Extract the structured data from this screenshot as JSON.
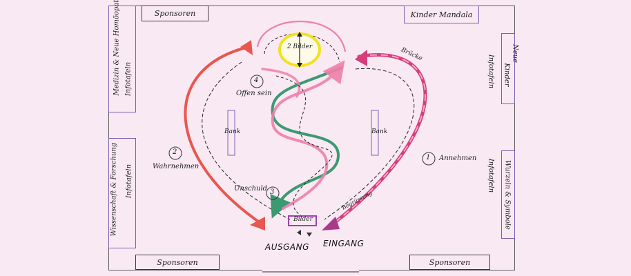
{
  "sponsors": {
    "top_left": "Sponsoren",
    "bottom_left": "Sponsoren",
    "bottom_right": "Sponsoren"
  },
  "kinder_mandala": "Kinder Mandala",
  "side_panels": {
    "left_top": [
      "Medizin & Neue Homöopathie",
      "Infotafeln"
    ],
    "left_bottom": [
      "Wissenschaft & Forschung",
      "Infotafeln"
    ],
    "right_top": [
      "Neue",
      "Kinder",
      "Infotafeln"
    ],
    "right_bottom": [
      "Wurzeln & Symbole",
      "Infotafeln"
    ]
  },
  "center": {
    "bilder_oval": "2 Bilder",
    "bank_left": "Bank",
    "bank_right": "Bank",
    "bilder_box": "Bilder"
  },
  "steps": {
    "step1_num": "1",
    "step1_label": "Annehmen",
    "step2_num": "2",
    "step2_label": "Wahrnehmen",
    "step3_num": "3",
    "step3_label": "Unschuld",
    "step4_num": "4",
    "step4_label": "Offen sein"
  },
  "annotations": {
    "bruecke": "Brücke",
    "begruessung": "Begrüssung"
  },
  "entrances": {
    "ausgang": "AUSGANG",
    "eingang": "EINGANG"
  },
  "colors": {
    "left_arrow": "#e8574f",
    "right_arrow": "#d63d7a",
    "green_spiral": "#3b9a72",
    "pink_spiral": "#f07fa9",
    "bilder_oval": "#f1e21d",
    "purple": "#a040b0"
  }
}
